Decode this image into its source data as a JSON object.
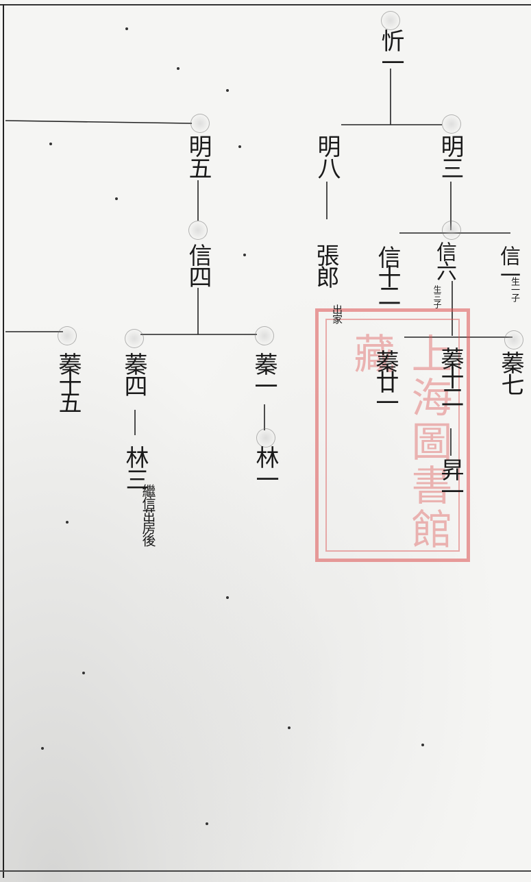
{
  "nodes": {
    "xin1": "忻一",
    "ming3": "明三",
    "ming8": "明八",
    "ming5": "明五",
    "xin4": "信四",
    "zhanglang": "張郎",
    "zhanglang_note": "出家",
    "xin12": "信十二",
    "xin6": "信六",
    "xin6_note": "生三子",
    "xin1b": "信一",
    "xin1b_note": "生一子",
    "qin15": "蓁十五",
    "qin4": "蓁四",
    "qin1": "蓁一",
    "qin21": "蓁廿一",
    "qin12": "蓁十二",
    "qin7": "蓁七",
    "lin3": "林三",
    "lin3_note": "繼信茁房後",
    "lin1": "林一",
    "sheng1": "昇一"
  },
  "stamp": {
    "text": "上海圖書館藏",
    "color": "#dc5050"
  }
}
